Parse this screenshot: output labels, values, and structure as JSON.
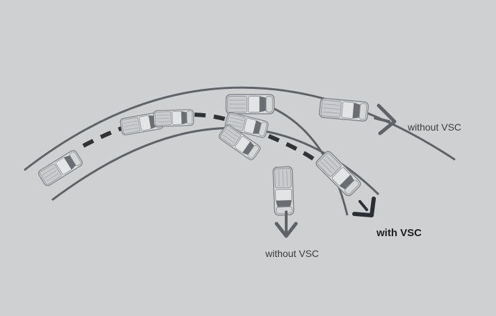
{
  "labels": {
    "without_vsc_right": "without VSC",
    "without_vsc_bottom": "without VSC",
    "with_vsc": "with VSC"
  },
  "colors": {
    "background": "#cfd0d2",
    "road_edge": "#5f6367",
    "path_dashed": "#2f3336",
    "arrow_without": "#5f6367",
    "arrow_with": "#2b2f33",
    "truck_body": "#d9dbdd",
    "truck_dark": "#6a6e72",
    "truck_outline": "#7d8185"
  },
  "icons": {
    "vehicle": "pickup-truck-icon",
    "direction": "chevron-arrow-icon"
  }
}
